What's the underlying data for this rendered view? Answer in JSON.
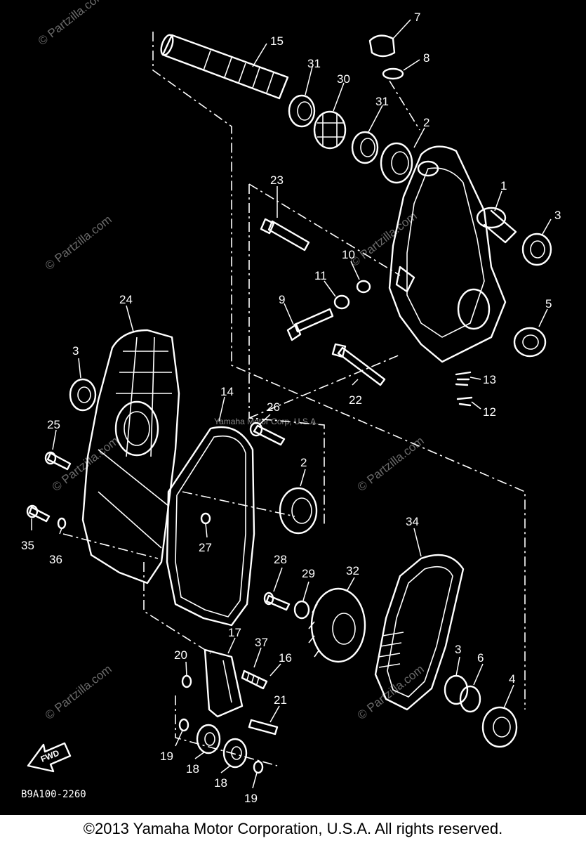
{
  "diagram": {
    "drawing_code": "B9A100-2260",
    "direction_arrow": "FWD",
    "watermark": "© Partzilla.com",
    "center_note": "Yamaha Motor Corp, U.S.A."
  },
  "callouts": {
    "c1": "1",
    "c2a": "2",
    "c2b": "2",
    "c3a": "3",
    "c3b": "3",
    "c3c": "3",
    "c4": "4",
    "c5": "5",
    "c6": "6",
    "c7": "7",
    "c8": "8",
    "c9": "9",
    "c10": "10",
    "c11": "11",
    "c12": "12",
    "c13": "13",
    "c14": "14",
    "c15": "15",
    "c16": "16",
    "c17": "17",
    "c18a": "18",
    "c18b": "18",
    "c19a": "19",
    "c19b": "19",
    "c20": "20",
    "c21": "21",
    "c22": "22",
    "c23": "23",
    "c24": "24",
    "c25": "25",
    "c26": "26",
    "c27": "27",
    "c28": "28",
    "c29": "29",
    "c30": "30",
    "c31a": "31",
    "c31b": "31",
    "c32": "32",
    "c34": "34",
    "c35": "35",
    "c36": "36",
    "c37": "37"
  },
  "footer": {
    "copyright": "©2013 Yamaha Motor Corporation, U.S.A. All rights reserved."
  },
  "colors": {
    "background": "#000000",
    "lines": "#ffffff",
    "footer_bg": "#ffffff"
  }
}
